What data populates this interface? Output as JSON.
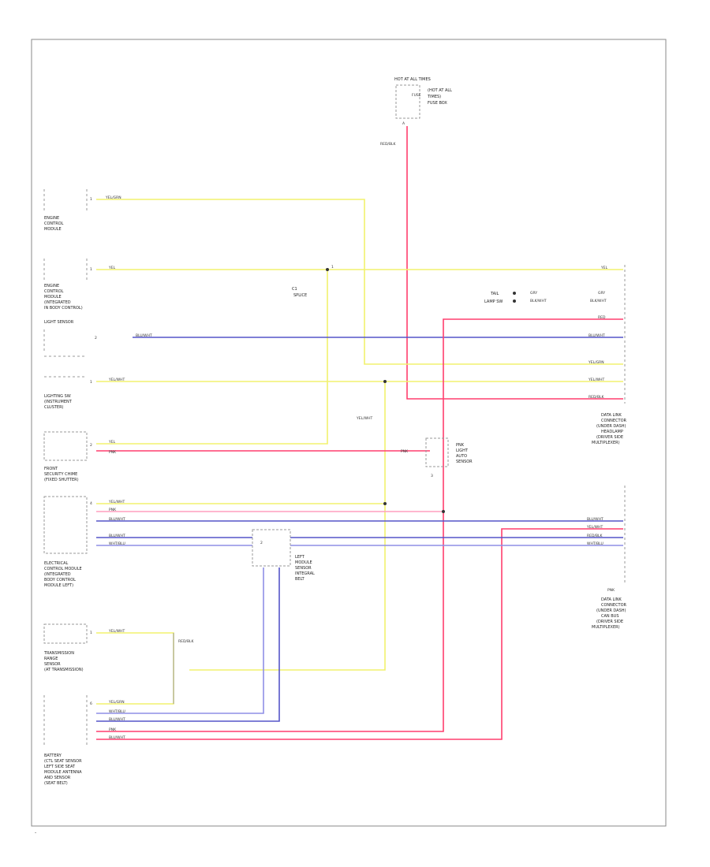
{
  "page": {
    "footer": "-"
  },
  "colors": {
    "yellow": "#f2f26e",
    "pink": "#ff3f6e",
    "blue": "#5555c8",
    "light_blue": "#8f8fe6",
    "light_pink": "#ff9fbf",
    "gray": "#9a9a9a",
    "border": "#888888"
  },
  "fuse_box": {
    "title": "HOT AT ALL TIMES",
    "fuse_label": "FUSE",
    "lines": [
      "(HOT AT ALL",
      "TIMES)",
      "FUSE BOX"
    ],
    "pin": "A",
    "wire_label": "RED/BLK"
  },
  "wire_labels": {
    "w1": "YEL/GRN",
    "w2": "YEL",
    "w3": "BLU/WHT",
    "w4": "YEL/GRN",
    "w5": "YEL/WHT",
    "w6": "YEL",
    "w7": "PNK",
    "w8": "YEL/WHT",
    "w9": "PNK",
    "w10": "BLU/WHT",
    "w11": "BLU/WHT",
    "w12": "WHT/BLU",
    "w13": "YEL/WHT",
    "w14": "WHT/BLU",
    "w15": "BLU/WHT",
    "w16": "PNK",
    "w17": "BLU/WHT",
    "w18": "RED/BLK",
    "vert_yel": "YEL/WHT",
    "center_pnk": "PNK"
  },
  "components": [
    {
      "id": "c1",
      "lines": [
        "ENGINE",
        "CONTROL",
        "MODULE"
      ],
      "pin": "1"
    },
    {
      "id": "c2",
      "lines": [
        "ENGINE",
        "CONTROL",
        "MODULE",
        "(INTEGRATED",
        "IN BODY CONTROL)"
      ],
      "pin": "1"
    },
    {
      "id": "c3",
      "lines": [
        "LIGHT SENSOR"
      ],
      "pin": "2"
    },
    {
      "id": "c4",
      "lines": [
        "LIGHTING SW",
        "(INSTRUMENT",
        "CLUSTER)"
      ],
      "pin": "1"
    },
    {
      "id": "c5",
      "lines": [
        "FRONT",
        "SECURITY CHIME",
        "(FIXED SHUTTER)"
      ],
      "pin": "2"
    },
    {
      "id": "c6",
      "lines": [
        "ELECTRICAL",
        "CONTROL MODULE",
        "(INTEGRATED",
        "BODY CONTROL",
        "MODULE LEFT)"
      ],
      "pin": "4"
    },
    {
      "id": "c7",
      "lines": [
        "TRANSMISSION",
        "RANGE",
        "SENSOR",
        "(AT TRANSMISSION)"
      ],
      "pin": "1"
    },
    {
      "id": "c8",
      "lines": [
        "BATTERY",
        "(CTL SEAT SENSOR",
        "LEFT SIDE SEAT",
        "MODULE ANTENNA",
        "AND SENSOR",
        "(SEAT BELT)"
      ],
      "pin": "6"
    }
  ],
  "splice_a": {
    "lines": [
      "C1",
      "SPLICE"
    ],
    "pin": "1"
  },
  "relay_center": {
    "lines": [
      "PNK",
      "LIGHT",
      "AUTO",
      "SENSOR"
    ],
    "pin": "3"
  },
  "center_module": {
    "lines": [
      "LEFT",
      "MODULE",
      "SENSOR",
      "INTEGRAL",
      "BELT"
    ],
    "pin": "2"
  },
  "right_connector_1": {
    "lines": [
      "DATA LINK",
      "CONNECTOR",
      "(UNDER DASH)",
      "HEADLAMP",
      "(DRIVER SIDE",
      "MULTIPLEXER)"
    ],
    "indicators": [
      {
        "label": "TAIL",
        "wire": "GRY"
      },
      {
        "label": "LAMP SW",
        "wire": "BLK/WHT"
      }
    ],
    "wire_labels": [
      "YEL",
      "GRY",
      "BLK/WHT",
      "RED",
      "BLU/WHT",
      "YEL/GRN",
      "YEL/WHT",
      "RED/BLK"
    ]
  },
  "right_connector_2": {
    "lines": [
      "DATA LINK",
      "CONNECTOR",
      "(UNDER DASH)",
      "CAN BUS",
      "(DRIVER SIDE",
      "MULTIPLEXER)"
    ],
    "wire_labels": [
      "BLU/WHT",
      "YEL/WHT",
      "RED/BLK",
      "WHT/BLU",
      "PNK"
    ]
  }
}
